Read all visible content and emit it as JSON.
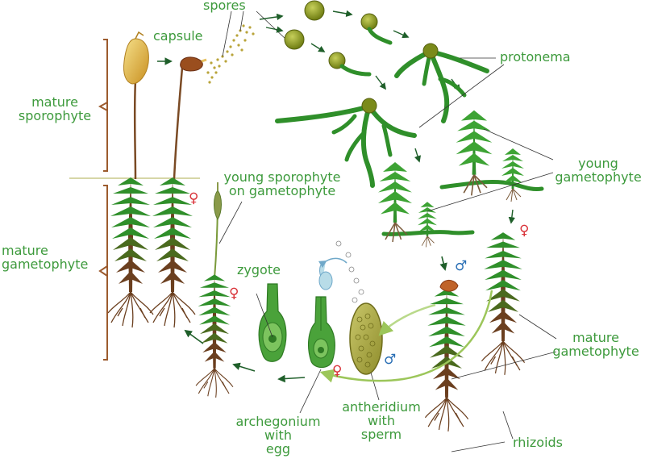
{
  "labels": {
    "spores": "spores",
    "capsule": "capsule",
    "protonema": "protonema",
    "mature_sporophyte": [
      "mature",
      "sporophyte"
    ],
    "young_gametophyte": [
      "young",
      "gametophyte"
    ],
    "young_sporophyte": [
      "young sporophyte",
      "on gametophyte"
    ],
    "mature_gametophyte_left": [
      "mature",
      "gametophyte"
    ],
    "zygote": "zygote",
    "mature_gametophyte_right": [
      "mature",
      "gametophyte"
    ],
    "archegonium": [
      "archegonium",
      "with",
      "egg"
    ],
    "antheridium": [
      "antheridium",
      "with",
      "sperm"
    ],
    "rhizoids": "rhizoids"
  },
  "symbols": {
    "female": "♀",
    "male": "♂"
  },
  "colors": {
    "label_green": "#3d9a3c",
    "bracket_brown": "#9c5b2e",
    "female_red": "#d9343a",
    "male_blue": "#2a6fb5",
    "moss_green": "#2f8f2a",
    "stem_brown": "#6b3f1f",
    "spore_green": "#8a9a1c"
  }
}
